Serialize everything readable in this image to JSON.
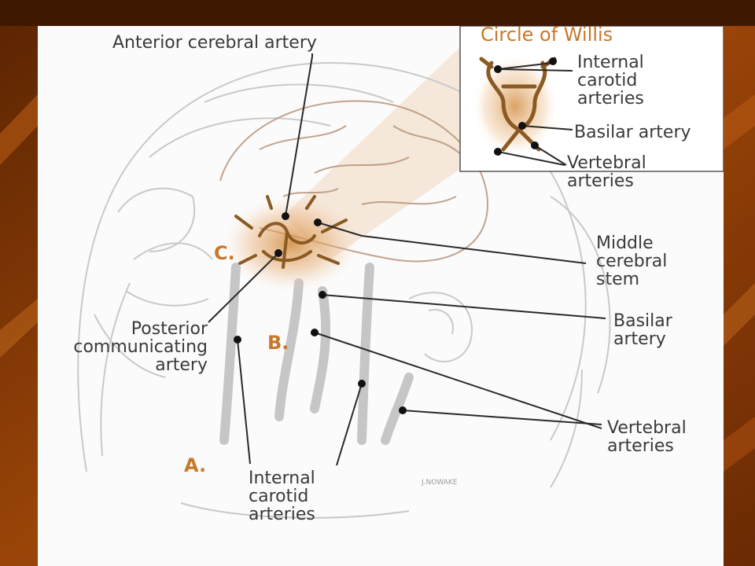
{
  "labels": {
    "anterior_cerebral": "Anterior cerebral artery",
    "circle_title": "Circle of Willis",
    "inset_internal_carotid": "Internal\ncarotid\narteries",
    "inset_basilar": "Basilar artery",
    "inset_vertebral": "Vertebral\narteries",
    "middle_cerebral": "Middle\ncerebral\nstem",
    "basilar": "Basilar\nartery",
    "posterior_communicating": "Posterior\ncommunicating\nartery",
    "vertebral": "Vertebral\narteries",
    "internal_carotid": "Internal\ncarotid\narteries",
    "letter_a": "A.",
    "letter_b": "B.",
    "letter_c": "C.",
    "signature": "J.NOWAKE"
  },
  "colors": {
    "slide_background": "#8a3a06",
    "accent_orange": "#c8782a",
    "artery_brown": "#8a5a22",
    "line": "#2a2a2a"
  }
}
